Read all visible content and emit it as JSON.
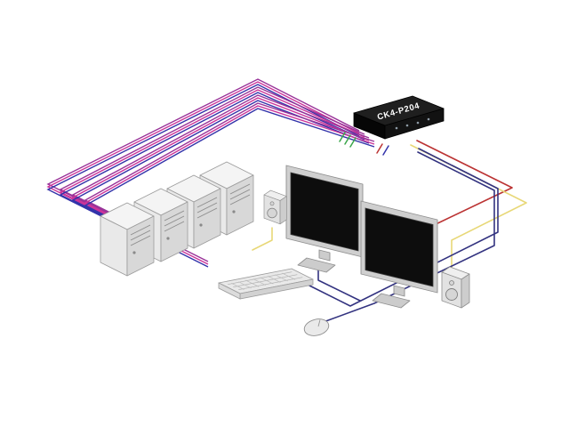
{
  "switch": {
    "label": "CK4-P204"
  },
  "devices": {
    "kvm_switch": 1,
    "computers": 4,
    "monitors": 2,
    "speakers": 2,
    "keyboard": 1,
    "mouse": 1
  },
  "colors": {
    "cable_purple": "#993399",
    "cable_magenta": "#cc3399",
    "cable_blue": "#3333aa",
    "cable_navy": "#333380",
    "cable_red": "#bb3333",
    "cable_yellow": "#e8d878",
    "cable_green": "#3aa64a"
  }
}
